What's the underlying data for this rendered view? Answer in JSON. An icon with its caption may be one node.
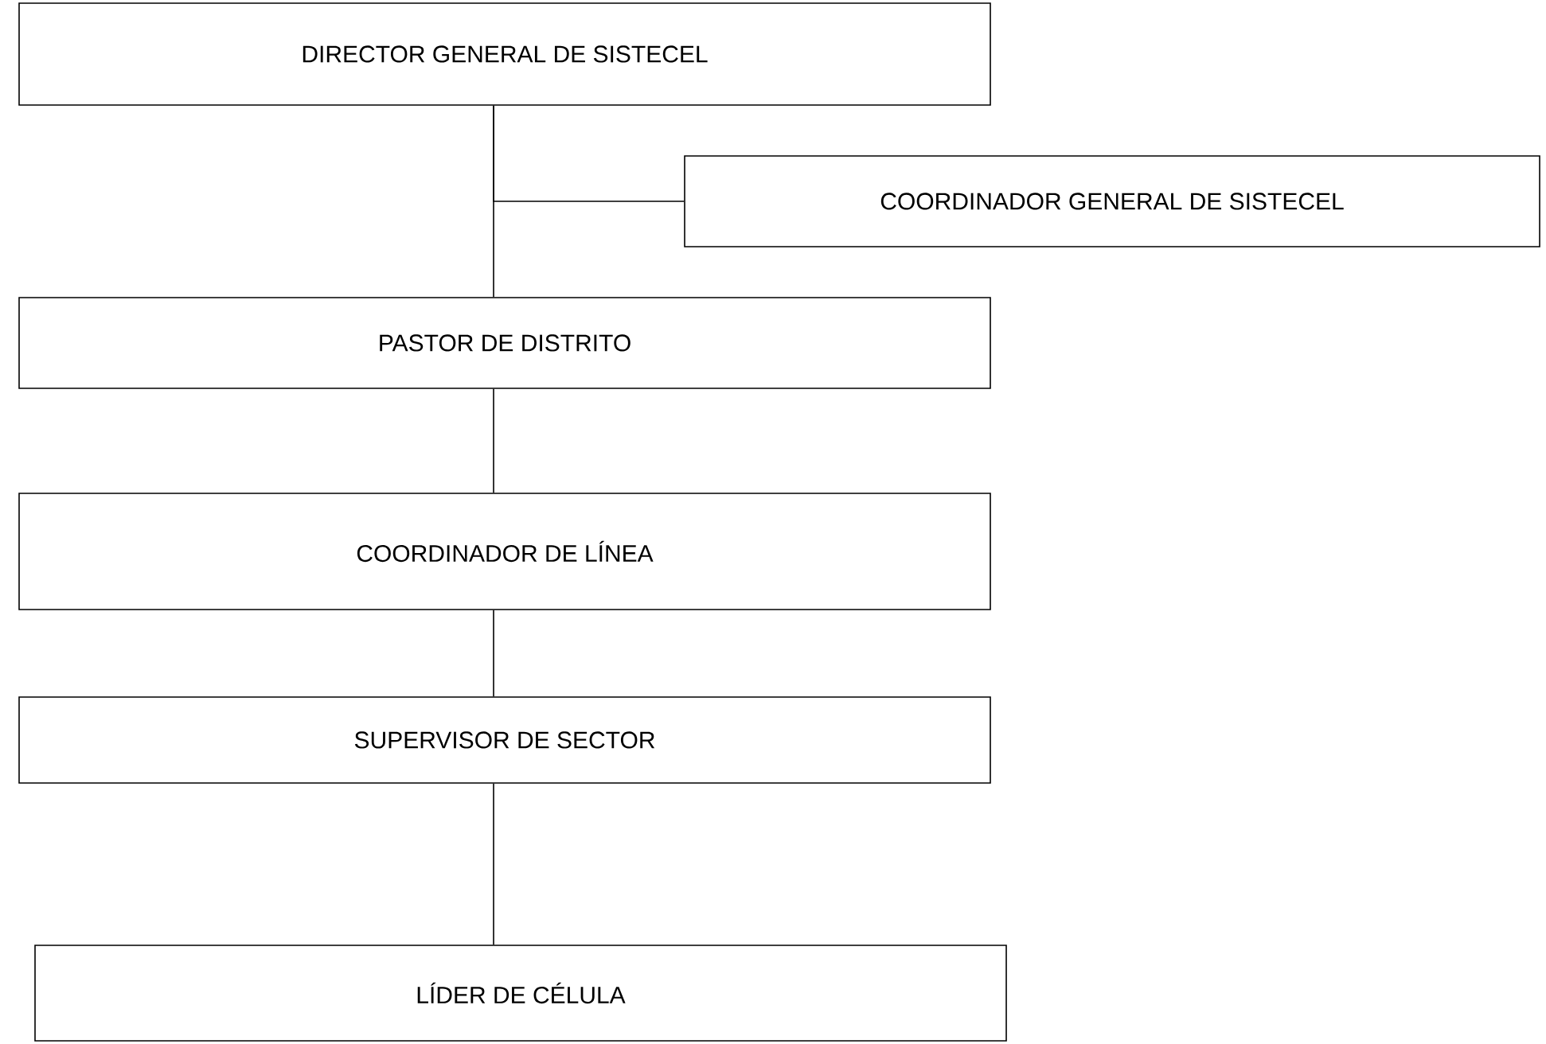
{
  "diagram": {
    "nodes": [
      {
        "text": [
          "DIRECTOR GENERAL DE SISTECEL"
        ]
      },
      {
        "text": [
          "COORDINADOR GENERAL DE SISTECEL"
        ]
      },
      {
        "text": [
          "PASTOR DE DISTRITO"
        ]
      },
      {
        "text": [
          "COORDINADOR DE LÍNEA"
        ]
      },
      {
        "text": [
          "SUPERVISOR DE SECTOR"
        ]
      },
      {
        "text": [
          "LÍDER DE CÉLULA"
        ]
      }
    ],
    "edges": [
      {
        "from": 0,
        "to": 1,
        "arrow": "none"
      },
      {
        "from": 0,
        "to": 2,
        "arrow": "none"
      },
      {
        "from": 2,
        "to": 3,
        "arrow": "none"
      },
      {
        "from": 3,
        "to": 4,
        "arrow": "none"
      },
      {
        "from": 4,
        "to": 5,
        "arrow": "none"
      }
    ]
  }
}
